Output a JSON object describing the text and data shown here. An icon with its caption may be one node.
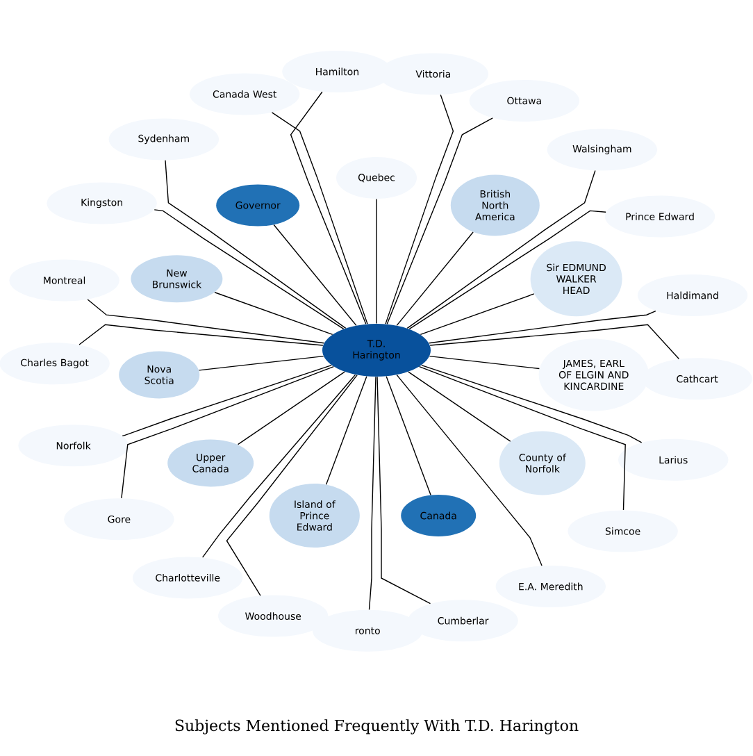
{
  "diagram": {
    "title": "Subjects Mentioned Frequently With T.D. Harington",
    "nodes": [
      {
        "text": [
          "T.D. Harington"
        ]
      },
      {
        "text": [
          "Quebec"
        ]
      },
      {
        "text": [
          "British North America"
        ]
      },
      {
        "text": [
          "Sir EDMUND WALKER HEAD"
        ]
      },
      {
        "text": [
          "County of Norfolk"
        ]
      },
      {
        "text": [
          "Upper Canada"
        ]
      },
      {
        "text": [
          "JAMES, EARL OF ELGIN AND KINCARDINE"
        ]
      },
      {
        "text": [
          "Island of Prince Edward"
        ]
      },
      {
        "text": [
          "Canada"
        ]
      },
      {
        "text": [
          "Nova Scotia"
        ]
      },
      {
        "text": [
          "New Brunswick"
        ]
      },
      {
        "text": [
          "Governor"
        ]
      },
      {
        "text": [
          "Hamilton"
        ]
      },
      {
        "text": [
          "Vittoria"
        ]
      },
      {
        "text": [
          "Ottawa"
        ]
      },
      {
        "text": [
          "Walsingham"
        ]
      },
      {
        "text": [
          "Prince Edward"
        ]
      },
      {
        "text": [
          "Haldimand"
        ]
      },
      {
        "text": [
          "Cathcart"
        ]
      },
      {
        "text": [
          "Larius"
        ]
      },
      {
        "text": [
          "Simcoe"
        ]
      },
      {
        "text": [
          "E.A. Meredith"
        ]
      },
      {
        "text": [
          "Cumberlar"
        ]
      },
      {
        "text": [
          "ronto"
        ]
      },
      {
        "text": [
          "Woodhouse"
        ]
      },
      {
        "text": [
          "Charlotteville"
        ]
      },
      {
        "text": [
          "Gore"
        ]
      },
      {
        "text": [
          "Norfolk"
        ]
      },
      {
        "text": [
          "Charles Bagot"
        ]
      },
      {
        "text": [
          "Montreal"
        ]
      },
      {
        "text": [
          "Kingston"
        ]
      },
      {
        "text": [
          "Sydenham"
        ]
      },
      {
        "text": [
          "Canada West"
        ]
      }
    ],
    "edges": [
      {
        "from": 0,
        "to": 1,
        "arrow": "none"
      },
      {
        "from": 0,
        "to": 2,
        "arrow": "none"
      },
      {
        "from": 0,
        "to": 3,
        "arrow": "none"
      },
      {
        "from": 0,
        "to": 4,
        "arrow": "none"
      },
      {
        "from": 0,
        "to": 5,
        "arrow": "none"
      },
      {
        "from": 0,
        "to": 6,
        "arrow": "none"
      },
      {
        "from": 0,
        "to": 7,
        "arrow": "none"
      },
      {
        "from": 0,
        "to": 8,
        "arrow": "none"
      },
      {
        "from": 0,
        "to": 9,
        "arrow": "none"
      },
      {
        "from": 0,
        "to": 10,
        "arrow": "none"
      },
      {
        "from": 0,
        "to": 11,
        "arrow": "none"
      },
      {
        "from": 0,
        "to": 12,
        "arrow": "none"
      },
      {
        "from": 0,
        "to": 13,
        "arrow": "none"
      },
      {
        "from": 0,
        "to": 14,
        "arrow": "none"
      },
      {
        "from": 0,
        "to": 15,
        "arrow": "none"
      },
      {
        "from": 0,
        "to": 16,
        "arrow": "none"
      },
      {
        "from": 0,
        "to": 17,
        "arrow": "none"
      },
      {
        "from": 0,
        "to": 18,
        "arrow": "none"
      },
      {
        "from": 0,
        "to": 19,
        "arrow": "none"
      },
      {
        "from": 0,
        "to": 20,
        "arrow": "none"
      },
      {
        "from": 0,
        "to": 21,
        "arrow": "none"
      },
      {
        "from": 0,
        "to": 22,
        "arrow": "none"
      },
      {
        "from": 0,
        "to": 23,
        "arrow": "none"
      },
      {
        "from": 0,
        "to": 24,
        "arrow": "none"
      },
      {
        "from": 0,
        "to": 25,
        "arrow": "none"
      },
      {
        "from": 0,
        "to": 26,
        "arrow": "none"
      },
      {
        "from": 0,
        "to": 27,
        "arrow": "none"
      },
      {
        "from": 0,
        "to": 28,
        "arrow": "none"
      },
      {
        "from": 0,
        "to": 29,
        "arrow": "none"
      },
      {
        "from": 0,
        "to": 30,
        "arrow": "none"
      },
      {
        "from": 0,
        "to": 31,
        "arrow": "none"
      },
      {
        "from": 0,
        "to": 32,
        "arrow": "none"
      }
    ]
  }
}
